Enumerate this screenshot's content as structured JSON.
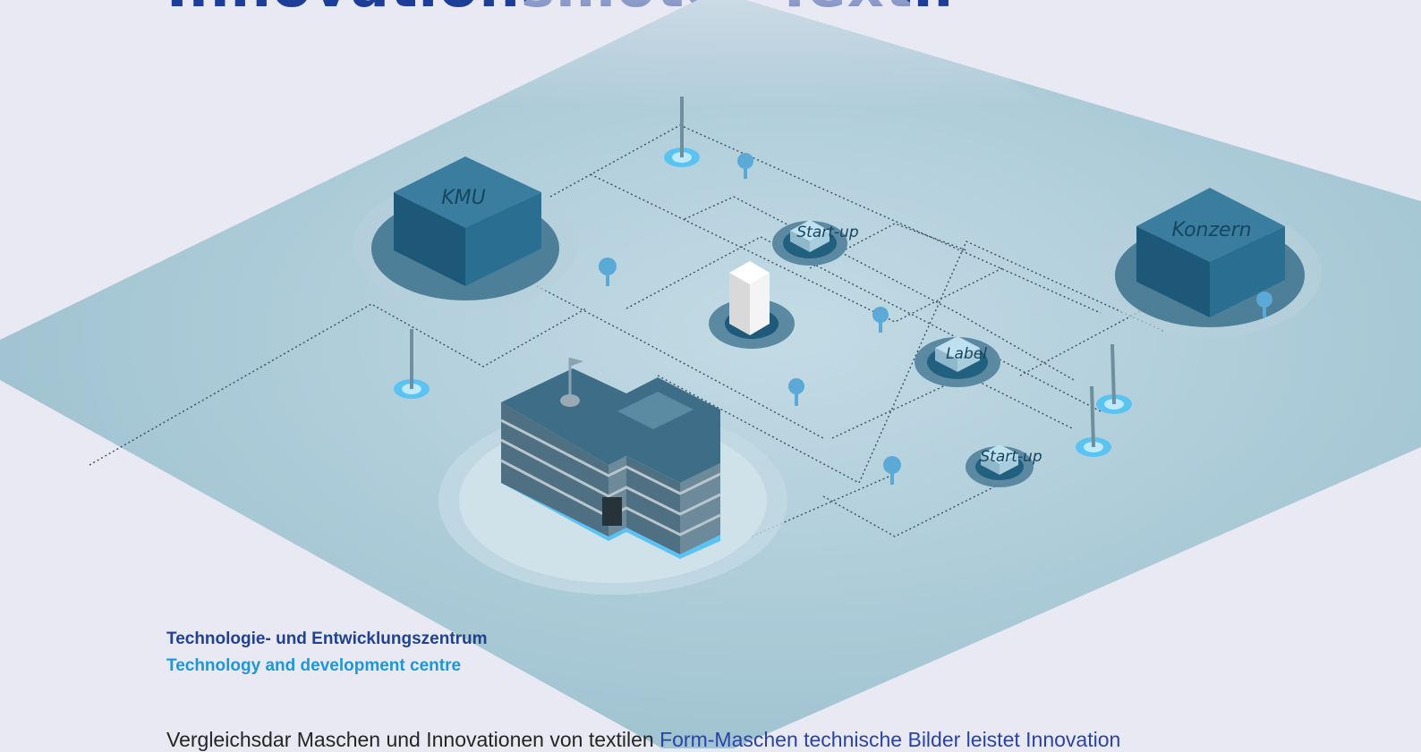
{
  "title": "Innovationsmotor Textil",
  "diagram": {
    "labels": {
      "kmu": "KMU",
      "konzern": "Konzern",
      "startup_top": "Start-up",
      "startup_bottom": "Start-up",
      "label_node": "Label"
    }
  },
  "caption": {
    "german": "Technologie- und Entwicklungszentrum",
    "english": "Technology and development centre"
  },
  "body": {
    "text": "Vergleichsdar Maschen und Innovationen von textilen ",
    "highlight": "Form-Maschen technische Bilder leistet Innovation"
  },
  "colors": {
    "background": "#e9e9f3",
    "platform": "#a9c9d6",
    "box_dark": "#2a6b8e",
    "title": "#1d3e98",
    "caption_de": "#22428f",
    "caption_en": "#1e97d6",
    "glow": "#5bc3f2"
  }
}
